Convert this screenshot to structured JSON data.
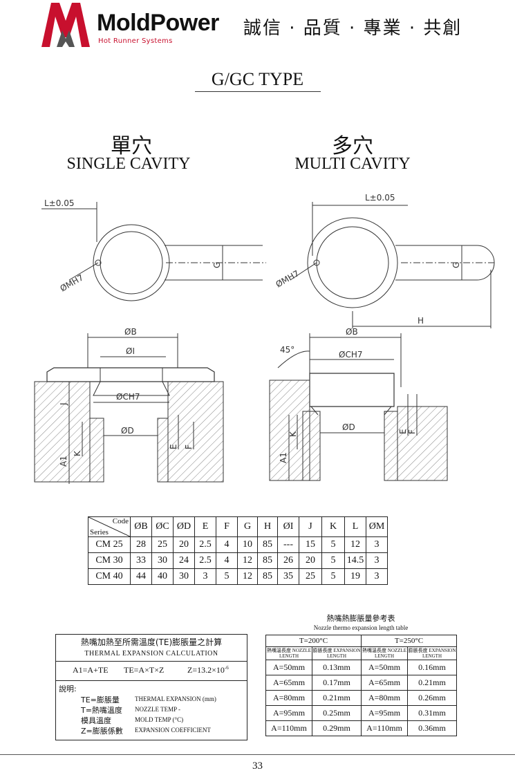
{
  "header": {
    "brand": "MoldPower",
    "subtitle": "Hot Runner Systems",
    "slogan": "誠信 · 品質 · 專業 · 共創",
    "brand_color": "#c8102e"
  },
  "title": "G/GC TYPE",
  "single": {
    "zh": "單穴",
    "en": "SINGLE CAVITY"
  },
  "multi": {
    "zh": "多穴",
    "en": "MULTI CAVITY"
  },
  "drawing_labels": {
    "L": "L±0.05",
    "M": "ØMH7",
    "G": "G",
    "H": "H",
    "B": "ØB",
    "I": "ØI",
    "C": "ØCH7",
    "D": "ØD",
    "J": "J",
    "A1": "A1",
    "K": "K",
    "E": "E",
    "F": "F",
    "angle": "45°"
  },
  "spec_table": {
    "corner_code": "Code",
    "corner_series": "Series",
    "headers": [
      "ØB",
      "ØC",
      "ØD",
      "E",
      "F",
      "G",
      "H",
      "ØI",
      "J",
      "K",
      "L",
      "ØM"
    ],
    "rows": [
      [
        "CM 25",
        "28",
        "25",
        "20",
        "2.5",
        "4",
        "10",
        "85",
        "---",
        "15",
        "5",
        "12",
        "3"
      ],
      [
        "CM 30",
        "33",
        "30",
        "24",
        "2.5",
        "4",
        "12",
        "85",
        "26",
        "20",
        "5",
        "14.5",
        "3"
      ],
      [
        "CM 40",
        "44",
        "40",
        "30",
        "3",
        "5",
        "12",
        "85",
        "35",
        "25",
        "5",
        "19",
        "3"
      ]
    ]
  },
  "thermal_calc": {
    "title_zh": "熱嘴加熱至所需溫度(TE)膨脹量之計算",
    "title_en": "THERMAL  EXPANSION  CALCULATION",
    "formula1": "A1=A+TE",
    "formula2": "TE=A×T×Z",
    "formula3": "Z=13.2×10",
    "formula3_exp": "-6",
    "explain_label": "說明:",
    "items": [
      {
        "zh": "TE=膨脹量",
        "en": "THERMAL EXPANSION (mm)"
      },
      {
        "zh": "T=熱嘴溫度",
        "en": "NOZZLE TEMP -"
      },
      {
        "zh": "模具溫度",
        "en": "MOLD TEMP (°C)"
      },
      {
        "zh": "Z=膨脹係數",
        "en": "EXPANSION COEFFICIENT"
      }
    ]
  },
  "ref_table": {
    "title_zh": "熱嘴熱膨脹量參考表",
    "title_en": "Nozzle thermo expansion length table",
    "t1": "T=200°C",
    "t2": "T=250°C",
    "sub": [
      "熱嘴溫長度 NOZZLE LENGTH",
      "膨脹長度 EXPANSION LENGTH",
      "熱嘴溫長度 NOZZLE LENGTH",
      "膨脹長度 EXPANSION LENGTH"
    ],
    "rows": [
      [
        "A=50mm",
        "0.13mm",
        "A=50mm",
        "0.16mm"
      ],
      [
        "A=65mm",
        "0.17mm",
        "A=65mm",
        "0.21mm"
      ],
      [
        "A=80mm",
        "0.21mm",
        "A=80mm",
        "0.26mm"
      ],
      [
        "A=95mm",
        "0.25mm",
        "A=95mm",
        "0.31mm"
      ],
      [
        "A=110mm",
        "0.29mm",
        "A=110mm",
        "0.36mm"
      ]
    ]
  },
  "page_number": "33"
}
